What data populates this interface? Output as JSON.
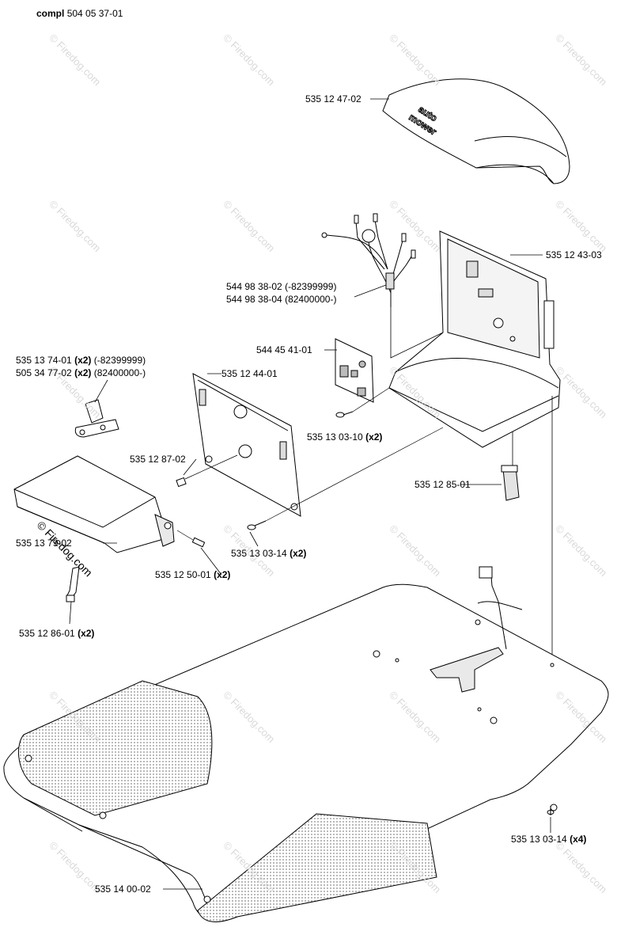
{
  "title": {
    "prefix": "compl",
    "code": "504 05 37-01"
  },
  "watermark": "© Firedog.com",
  "watermark_main": "© Firedog.com",
  "parts": {
    "cover": {
      "code": "535 12 47-02",
      "qty": ""
    },
    "cover_brand_1": "auto",
    "cover_brand_2": "mower",
    "frame": {
      "code": "535 12 43-03",
      "qty": ""
    },
    "cable_a": {
      "code": "544 98 38-02",
      "qty": "",
      "note": "(-82399999)"
    },
    "cable_b": {
      "code": "544 98 38-04",
      "qty": "",
      "note": "(82400000-)"
    },
    "circuit_board": {
      "code": "544 45 41-01",
      "qty": ""
    },
    "plate": {
      "code": "535 12 44-01",
      "qty": ""
    },
    "screw_a": {
      "code": "535 13 03-10",
      "qty": "(x2)"
    },
    "clip_a": {
      "code": "535 13 74-01",
      "qty": "(x2)",
      "note": "(-82399999)"
    },
    "clip_b": {
      "code": "505 34 77-02",
      "qty": "(x2)",
      "note": "(82400000-)"
    },
    "pin_a": {
      "code": "535 12 87-02",
      "qty": ""
    },
    "connector": {
      "code": "535 12 85-01",
      "qty": ""
    },
    "housing": {
      "code": "535 13 79-02",
      "qty": ""
    },
    "screw_b": {
      "code": "535 13 03-14",
      "qty": "(x2)"
    },
    "pin_b": {
      "code": "535 12 50-01",
      "qty": "(x2)"
    },
    "strap": {
      "code": "535 12 86-01",
      "qty": "(x2)"
    },
    "screw_c": {
      "code": "535 13 03-14",
      "qty": "(x4)"
    },
    "base_plate": {
      "code": "535 14 00-02",
      "qty": ""
    }
  },
  "colors": {
    "line": "#000000",
    "fill": "#ffffff",
    "shade": "#e9e9e9",
    "watermark": "#d9d9d9"
  }
}
